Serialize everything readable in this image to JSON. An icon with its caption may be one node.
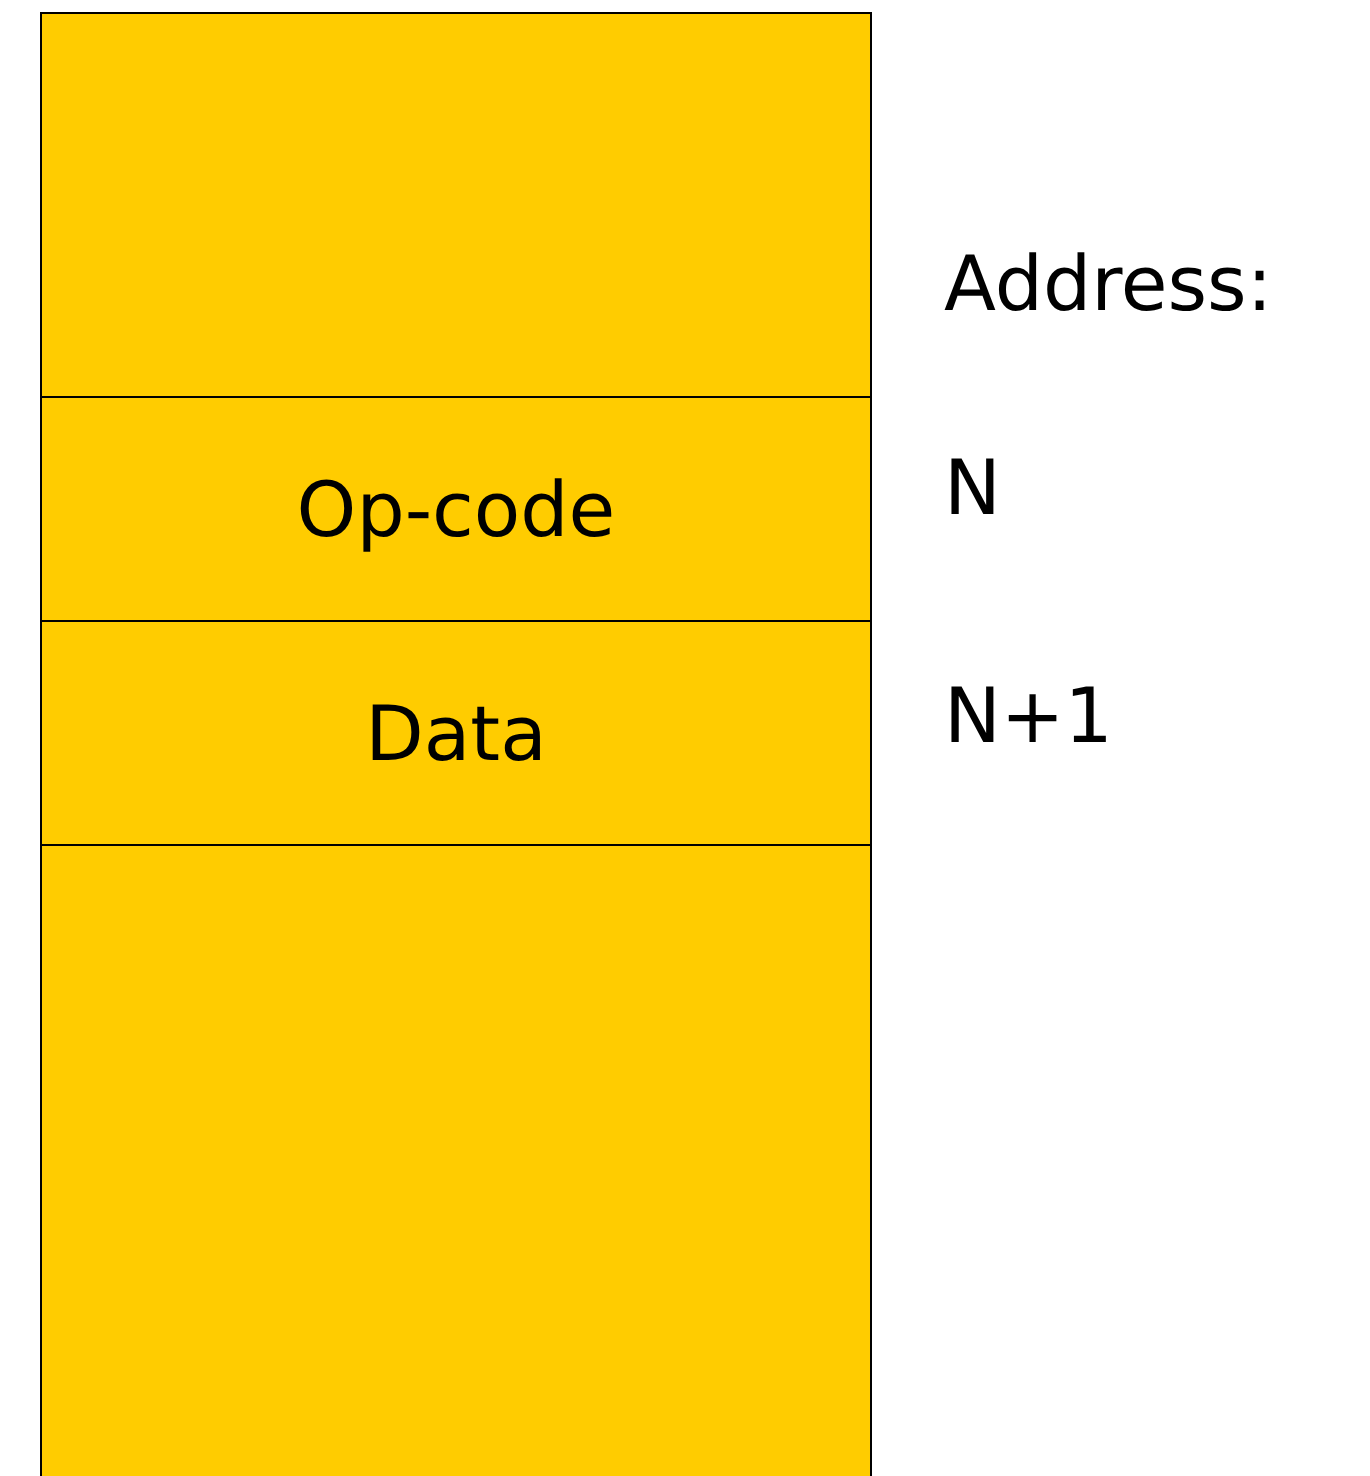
{
  "diagram": {
    "nodes": [
      {
        "text": [],
        "shape": "box"
      },
      {
        "text": [
          "Op-code"
        ]
      },
      {
        "text": [
          "Data"
        ]
      },
      {
        "text": [],
        "shape": "box"
      }
    ],
    "labels": [
      "Address:",
      "N",
      "N+1"
    ]
  }
}
